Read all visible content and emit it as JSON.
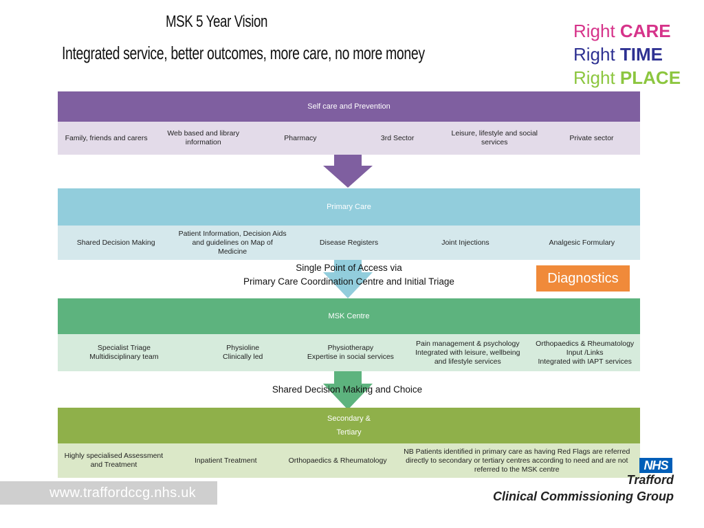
{
  "header": {
    "title": "MSK 5 Year Vision",
    "subtitle": "Integrated service, better outcomes, more care, no more money"
  },
  "slogan": {
    "line1_a": "Right ",
    "line1_b": "CARE",
    "line2_a": "Right ",
    "line2_b": "TIME",
    "line3_a": "Right ",
    "line3_b": "PLACE",
    "colors": {
      "care": "#d6338a",
      "time": "#2e3192",
      "place": "#8cc63f"
    }
  },
  "tiers": {
    "selfcare": {
      "title": "Self care and Prevention",
      "color": "#7f5fa0",
      "cells": [
        "Family, friends and carers",
        "Web based and library information",
        "Pharmacy",
        "3rd Sector",
        "Leisure, lifestyle and social services",
        "Private sector"
      ]
    },
    "primary": {
      "title": "Primary Care",
      "color": "#92cddc",
      "cells": [
        "Shared Decision Making",
        "Patient Information, Decision Aids and guidelines on Map of Medicine",
        "Disease Registers",
        "Joint Injections",
        "Analgesic Formulary"
      ]
    },
    "msk": {
      "title": "MSK Centre",
      "color": "#5db37e",
      "cells": [
        "Specialist Triage\nMultidisciplinary team",
        "Physioline\nClinically led",
        "Physiotherapy\nExpertise in social services",
        "Pain management & psychology\nIntegrated with leisure, wellbeing and lifestyle services",
        "Orthopaedics & Rheumatology Input /Links\nIntegrated with IAPT services"
      ]
    },
    "secondary": {
      "title_line1": "Secondary &",
      "title_line2": "Tertiary",
      "color": "#8fb04a",
      "cells": [
        "Highly specialised Assessment and Treatment",
        "Inpatient Treatment",
        "Orthopaedics & Rheumatology",
        "NB Patients identified in primary care as having Red Flags are referred directly to secondary or tertiary centres according to need and are not referred to the MSK centre"
      ]
    }
  },
  "captions": {
    "access_line1": "Single Point of Access via",
    "access_line2": "Primary Care Coordination Centre and Initial Triage",
    "shared": "Shared Decision Making and Choice"
  },
  "diagnostics": "Diagnostics",
  "footer": {
    "url": "www.traffordccg.nhs.uk",
    "nhs": "NHS",
    "trafford": "Trafford",
    "ccg": "Clinical Commissioning Group"
  }
}
